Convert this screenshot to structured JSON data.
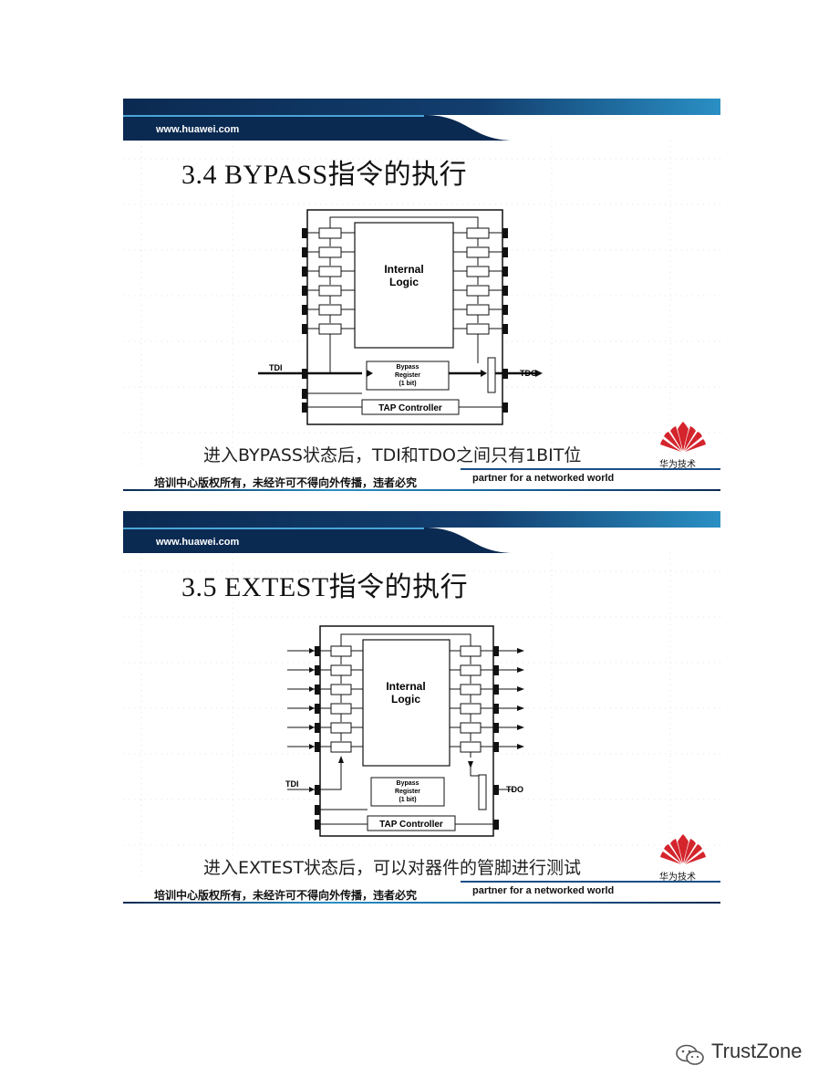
{
  "colors": {
    "band_dark": "#0b2a52",
    "band_light": "#2a8fc4",
    "logo_red": "#d4242c"
  },
  "slides": [
    {
      "site_url": "www.huawei.com",
      "title": "3.4 BYPASS指令的执行",
      "diagram": {
        "internal_logic_line1": "Internal",
        "internal_logic_line2": "Logic",
        "bypass_line1": "Bypass",
        "bypass_line2": "Register",
        "bypass_line3": "(1 bit)",
        "tap_controller": "TAP Controller",
        "tdi": "TDI",
        "tdo": "TDO"
      },
      "caption": "进入BYPASS状态后，TDI和TDO之间只有1BIT位",
      "logo_text": "华为技术",
      "footer_left": "培训中心版权所有，未经许可不得向外传播，违者必究",
      "footer_right": "partner for a networked world"
    },
    {
      "site_url": "www.huawei.com",
      "title": "3.5 EXTEST指令的执行",
      "diagram": {
        "internal_logic_line1": "Internal",
        "internal_logic_line2": "Logic",
        "bypass_line1": "Bypass",
        "bypass_line2": "Register",
        "bypass_line3": "(1 bit)",
        "tap_controller": "TAP Controller",
        "tdi": "TDI",
        "tdo": "TDO"
      },
      "caption": "进入EXTEST状态后，可以对器件的管脚进行测试",
      "logo_text": "华为技术",
      "footer_left": "培训中心版权所有，未经许可不得向外传播，违者必究",
      "footer_right": "partner for a networked world"
    }
  ],
  "watermark": {
    "icon": "wechat-icon",
    "text": "TrustZone"
  }
}
